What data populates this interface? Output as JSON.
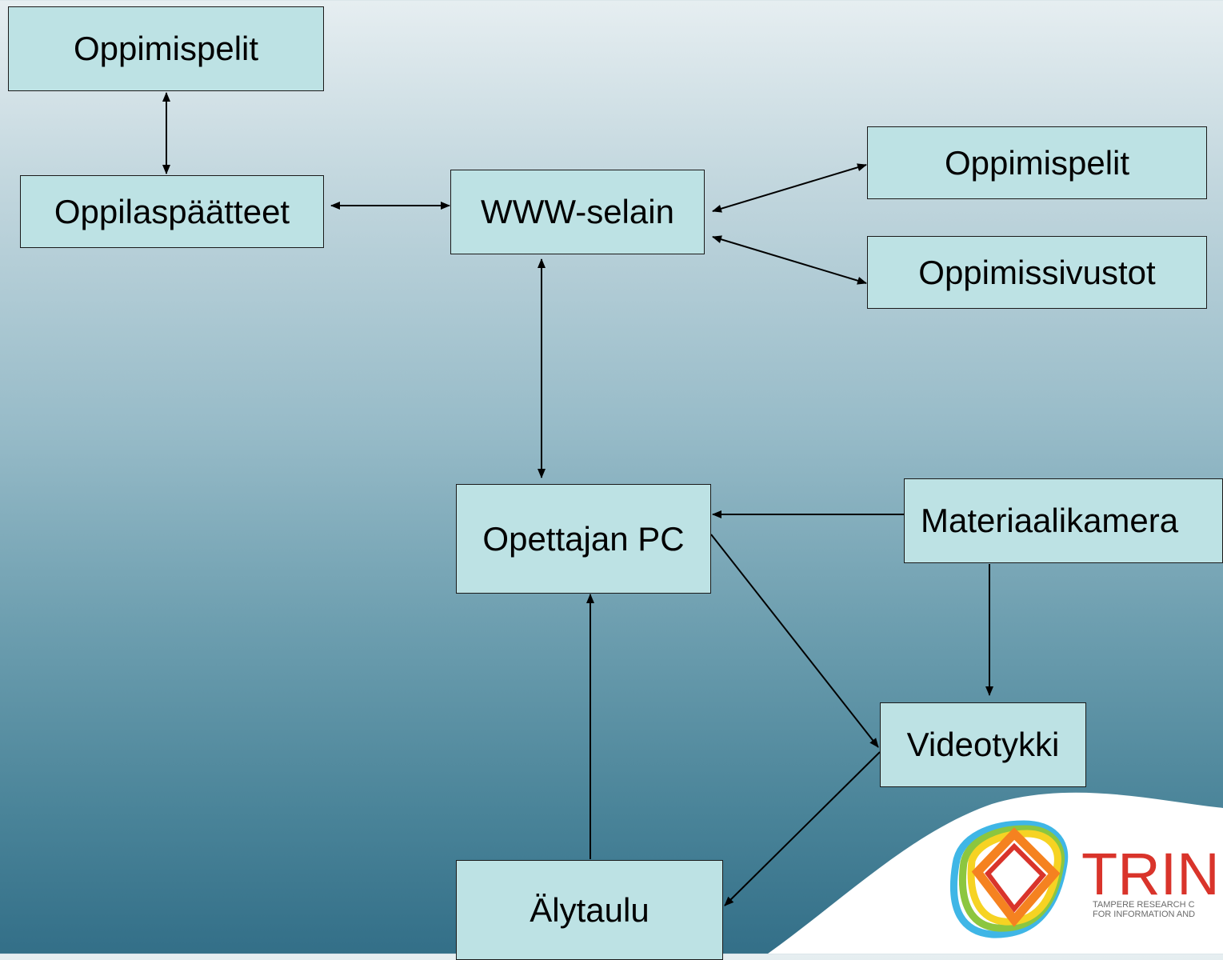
{
  "nodes": {
    "oppimispelit_top": "Oppimispelit",
    "oppilaspaatteet": "Oppilaspäätteet",
    "www_selain": "WWW-selain",
    "oppimispelit_right": "Oppimispelit",
    "oppimissivustot": "Oppimissivustot",
    "opettajan_pc": "Opettajan PC",
    "materiaalikamera": "Materiaalikamera",
    "videotykki": "Videotykki",
    "alytaulu": "Älytaulu"
  },
  "logo": {
    "name": "TRIN",
    "line1": "TAMPERE RESEARCH C",
    "line2": "FOR INFORMATION AND"
  },
  "colors": {
    "node_fill": "#bde2e4",
    "edge": "#000000",
    "logo_red": "#d9342b"
  }
}
